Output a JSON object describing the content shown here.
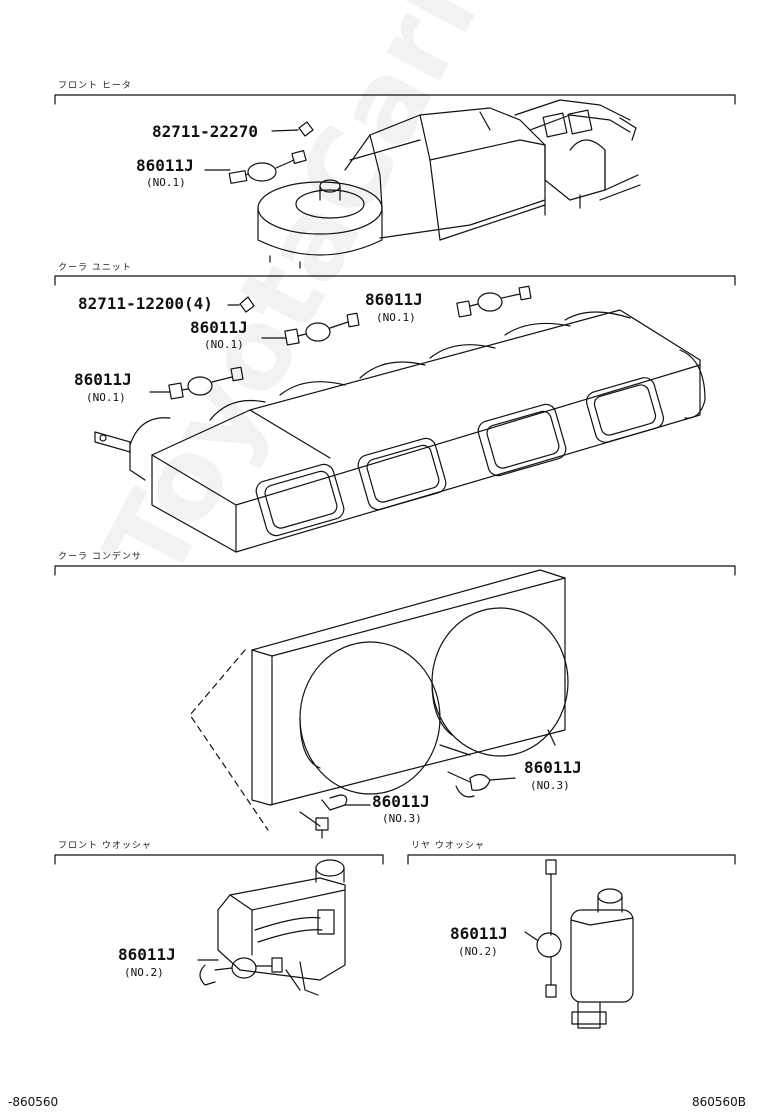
{
  "sections": {
    "front_heater": "フロント ヒータ",
    "cooler_unit": "クーラ ユニット",
    "cooler_condenser": "クーラ コンデンサ",
    "front_washer": "フロント ウオッシャ",
    "rear_washer": "リヤ ウオッシャ"
  },
  "parts": {
    "heater_clip": "82711-22270",
    "heater_bulb": "86011J",
    "heater_bulb_no": "(NO.1)",
    "cooler_clip": "82711-12200(4)",
    "cooler_bulb_a": "86011J",
    "cooler_bulb_a_no": "(NO.1)",
    "cooler_bulb_b": "86011J",
    "cooler_bulb_b_no": "(NO.1)",
    "cooler_bulb_c": "86011J",
    "cooler_bulb_c_no": "(NO.1)",
    "condenser_bulb_a": "86011J",
    "condenser_bulb_a_no": "(NO.3)",
    "condenser_bulb_b": "86011J",
    "condenser_bulb_b_no": "(NO.3)",
    "front_washer_bulb": "86011J",
    "front_washer_bulb_no": "(NO.2)",
    "rear_washer_bulb": "86011J",
    "rear_washer_bulb_no": "(NO.2)"
  },
  "codes": {
    "left": "-860560",
    "right": "860560B"
  },
  "watermark": "ToyotaCarMine.ru"
}
